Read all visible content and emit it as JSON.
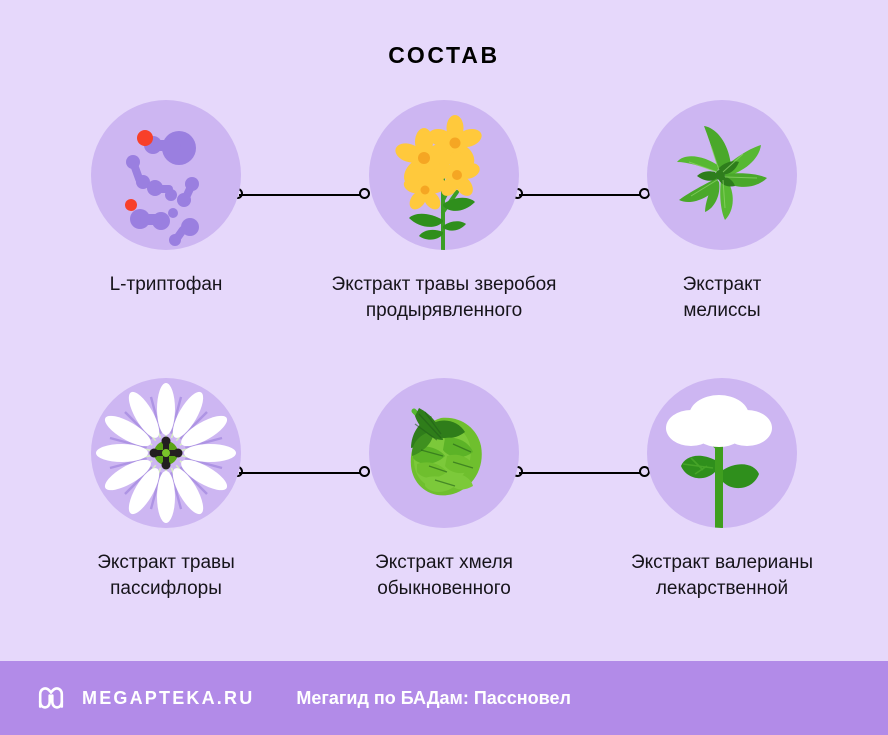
{
  "page": {
    "title": "СОСТАВ",
    "background_color": "#E6D8FB",
    "disc_color": "#CDB6F2",
    "connector_color": "#000000"
  },
  "ingredients": [
    {
      "label": "L-триптофан",
      "icon": "molecule-icon",
      "row": 1,
      "column": 1
    },
    {
      "label": "Экстракт травы зверобоя\nпродырявленного",
      "icon": "st-johns-wort-flower-icon",
      "row": 1,
      "column": 2
    },
    {
      "label": "Экстракт\nмелиссы",
      "icon": "lemon-balm-leaves-icon",
      "row": 1,
      "column": 3
    },
    {
      "label": "Экстракт травы\nпассифлоры",
      "icon": "passionflower-icon",
      "row": 2,
      "column": 1
    },
    {
      "label": "Экстракт хмеля\nобыкновенного",
      "icon": "hop-cone-icon",
      "row": 2,
      "column": 2
    },
    {
      "label": "Экстракт валерианы\nлекарственной",
      "icon": "valerian-flower-icon",
      "row": 2,
      "column": 3
    }
  ],
  "footer": {
    "logo_icon": "megapteka-m-logo-icon",
    "brand": "MEGAPTEKA.RU",
    "tagline": "Мегагид по БАДам: Пассновел",
    "background_color": "#B28BE8",
    "text_color": "#FFFFFF"
  }
}
